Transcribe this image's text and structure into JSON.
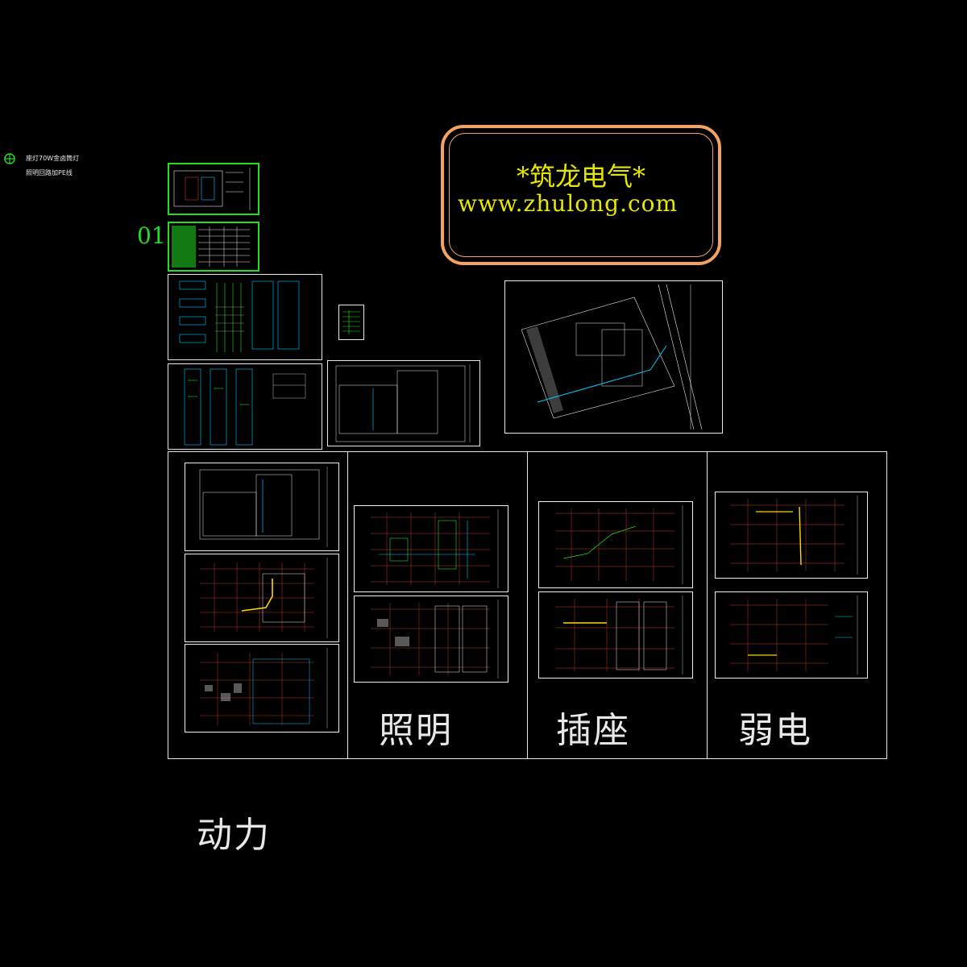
{
  "legend": {
    "line1": "座灯70W金卤筒灯",
    "line2": "照明回路加PE线"
  },
  "index_label": "01",
  "watermark": {
    "title": "*筑龙电气*",
    "url": "www.zhulong.com",
    "frame_color": "#f4a261",
    "text_color": "#e6e600"
  },
  "categories": {
    "power": "动力",
    "lighting": "照明",
    "socket": "插座",
    "weak_current": "弱电"
  },
  "colors": {
    "background": "#000000",
    "frame": "#e8e8e8",
    "green": "#22dd22",
    "red_grid": "#c0392b",
    "cyan": "#00c8ff",
    "yellow": "#ffd700"
  }
}
